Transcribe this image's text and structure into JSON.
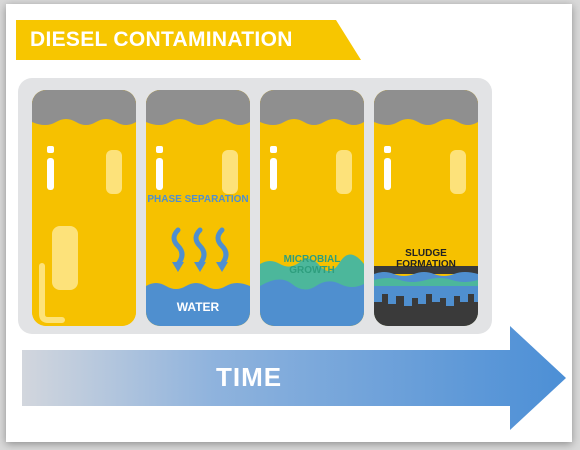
{
  "title": "DIESEL CONTAMINATION",
  "stages": [
    {
      "id": "clean",
      "labels": []
    },
    {
      "id": "phase",
      "labels": [
        "PHASE SEPARATION",
        "WATER"
      ]
    },
    {
      "id": "microbial",
      "labels": [
        "MICROBIAL GROWTH"
      ]
    },
    {
      "id": "sludge",
      "labels": [
        "SLUDGE FORMATION"
      ]
    }
  ],
  "time_label": "TIME",
  "colors": {
    "banner": "#f7c600",
    "fuel": "#f6c100",
    "highlight": "#fde27a",
    "tank_top": "#8f8f8f",
    "water": "#4f8fcf",
    "microbial": "#4cb79b",
    "sludge": "#3a3a3a",
    "arrow": "#4c8fd6",
    "tray": "#e2e3e5"
  }
}
